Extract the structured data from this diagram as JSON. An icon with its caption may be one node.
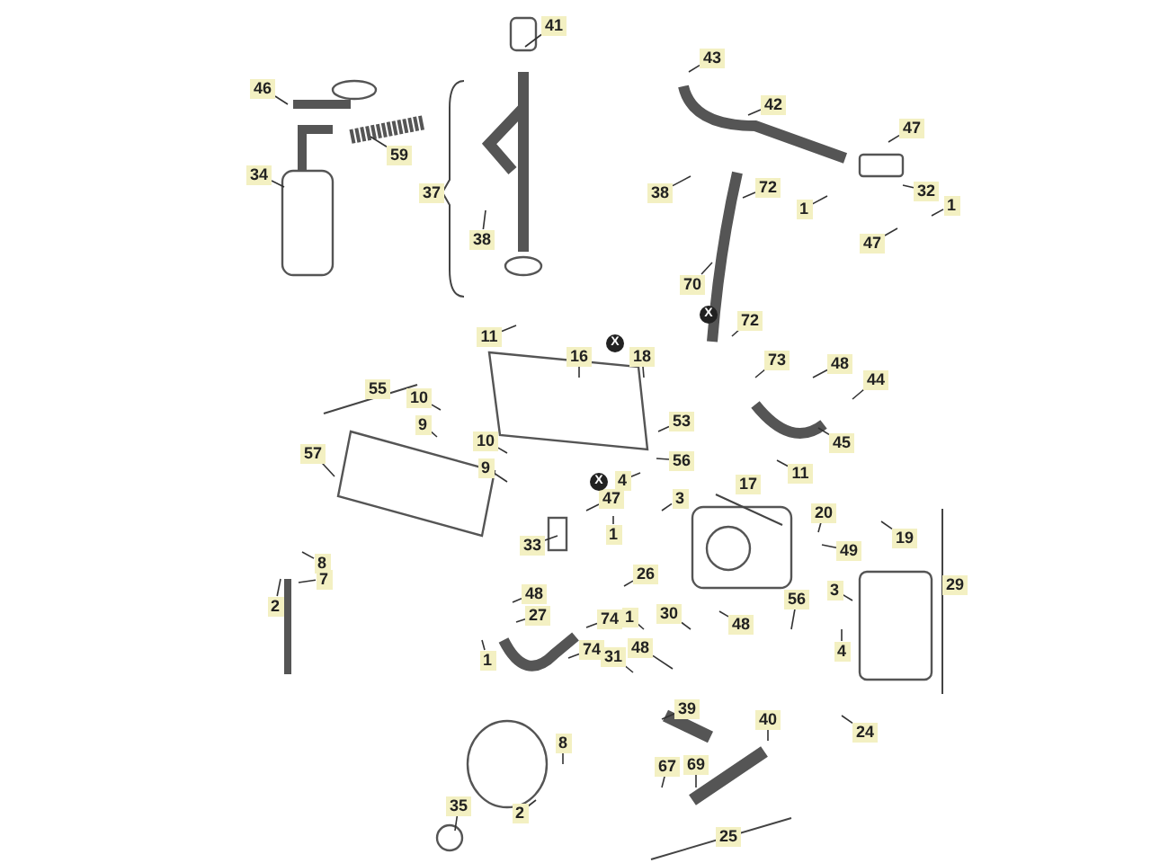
{
  "diagram": {
    "nodes": [
      {
        "text": [
          "41"
        ]
      },
      {
        "text": [
          "43"
        ]
      },
      {
        "text": [
          "46"
        ]
      },
      {
        "text": [
          "42"
        ]
      },
      {
        "text": [
          "47"
        ]
      },
      {
        "text": [
          "59"
        ]
      },
      {
        "text": [
          "32"
        ]
      },
      {
        "text": [
          "34"
        ]
      },
      {
        "text": [
          "38"
        ]
      },
      {
        "text": [
          "72"
        ]
      },
      {
        "text": [
          "1"
        ]
      },
      {
        "text": [
          "1"
        ]
      },
      {
        "text": [
          "38"
        ]
      },
      {
        "text": [
          "47"
        ]
      },
      {
        "text": [
          "70"
        ]
      },
      {
        "text": [
          "72"
        ]
      },
      {
        "text": [
          "11"
        ]
      },
      {
        "text": [
          "16"
        ]
      },
      {
        "text": [
          "18"
        ]
      },
      {
        "text": [
          "73"
        ]
      },
      {
        "text": [
          "48"
        ]
      },
      {
        "text": [
          "44"
        ]
      },
      {
        "text": [
          "10"
        ]
      },
      {
        "text": [
          "53"
        ]
      },
      {
        "text": [
          "9"
        ]
      },
      {
        "text": [
          "10"
        ]
      },
      {
        "text": [
          "45"
        ]
      },
      {
        "text": [
          "57"
        ]
      },
      {
        "text": [
          "56"
        ]
      },
      {
        "text": [
          "11"
        ]
      },
      {
        "text": [
          "4"
        ]
      },
      {
        "text": [
          "9"
        ]
      },
      {
        "text": [
          "3"
        ]
      },
      {
        "text": [
          "47"
        ]
      },
      {
        "text": [
          "20"
        ]
      },
      {
        "text": [
          "1"
        ]
      },
      {
        "text": [
          "19"
        ]
      },
      {
        "text": [
          "33"
        ]
      },
      {
        "text": [
          "49"
        ]
      },
      {
        "text": [
          "8"
        ]
      },
      {
        "text": [
          "26"
        ]
      },
      {
        "text": [
          "7"
        ]
      },
      {
        "text": [
          "3"
        ]
      },
      {
        "text": [
          "48"
        ]
      },
      {
        "text": [
          "56"
        ]
      },
      {
        "text": [
          "2"
        ]
      },
      {
        "text": [
          "30"
        ]
      },
      {
        "text": [
          "27"
        ]
      },
      {
        "text": [
          "74"
        ]
      },
      {
        "text": [
          "1"
        ]
      },
      {
        "text": [
          "48"
        ]
      },
      {
        "text": [
          "48"
        ]
      },
      {
        "text": [
          "74"
        ]
      },
      {
        "text": [
          "4"
        ]
      },
      {
        "text": [
          "31"
        ]
      },
      {
        "text": [
          "1"
        ]
      },
      {
        "text": [
          "39"
        ]
      },
      {
        "text": [
          "40"
        ]
      },
      {
        "text": [
          "24"
        ]
      },
      {
        "text": [
          "8"
        ]
      },
      {
        "text": [
          "69"
        ]
      },
      {
        "text": [
          "67"
        ]
      },
      {
        "text": [
          "35"
        ]
      },
      {
        "text": [
          "2"
        ]
      },
      {
        "text": [
          "37"
        ]
      },
      {
        "text": [
          "55"
        ]
      },
      {
        "text": [
          "17"
        ]
      },
      {
        "text": [
          "29"
        ]
      },
      {
        "text": [
          "25"
        ]
      }
    ],
    "edges": [
      {
        "from": 0,
        "to": null,
        "arrow": "none"
      },
      {
        "from": 1,
        "to": null,
        "arrow": "none"
      },
      {
        "from": 2,
        "to": null,
        "arrow": "none"
      },
      {
        "from": 3,
        "to": null,
        "arrow": "none"
      },
      {
        "from": 4,
        "to": null,
        "arrow": "none"
      },
      {
        "from": 5,
        "to": null,
        "arrow": "none"
      },
      {
        "from": 6,
        "to": null,
        "arrow": "none"
      },
      {
        "from": 7,
        "to": null,
        "arrow": "none"
      },
      {
        "from": 8,
        "to": null,
        "arrow": "none"
      },
      {
        "from": 9,
        "to": null,
        "arrow": "none"
      },
      {
        "from": 10,
        "to": null,
        "arrow": "none"
      },
      {
        "from": 11,
        "to": null,
        "arrow": "none"
      },
      {
        "from": 12,
        "to": null,
        "arrow": "none"
      },
      {
        "from": 13,
        "to": null,
        "arrow": "none"
      },
      {
        "from": 14,
        "to": null,
        "arrow": "none"
      },
      {
        "from": 15,
        "to": null,
        "arrow": "none"
      },
      {
        "from": 16,
        "to": null,
        "arrow": "none"
      },
      {
        "from": 17,
        "to": null,
        "arrow": "none"
      },
      {
        "from": 18,
        "to": null,
        "arrow": "none"
      },
      {
        "from": 19,
        "to": null,
        "arrow": "none"
      },
      {
        "from": 20,
        "to": null,
        "arrow": "none"
      },
      {
        "from": 21,
        "to": null,
        "arrow": "none"
      },
      {
        "from": 22,
        "to": null,
        "arrow": "none"
      },
      {
        "from": 23,
        "to": null,
        "arrow": "none"
      },
      {
        "from": 24,
        "to": null,
        "arrow": "none"
      },
      {
        "from": 25,
        "to": null,
        "arrow": "none"
      },
      {
        "from": 26,
        "to": null,
        "arrow": "none"
      },
      {
        "from": 27,
        "to": null,
        "arrow": "none"
      },
      {
        "from": 28,
        "to": null,
        "arrow": "none"
      },
      {
        "from": 29,
        "to": null,
        "arrow": "none"
      },
      {
        "from": 30,
        "to": null,
        "arrow": "none"
      },
      {
        "from": 31,
        "to": null,
        "arrow": "none"
      },
      {
        "from": 32,
        "to": null,
        "arrow": "none"
      },
      {
        "from": 33,
        "to": null,
        "arrow": "none"
      },
      {
        "from": 34,
        "to": null,
        "arrow": "none"
      },
      {
        "from": 35,
        "to": null,
        "arrow": "none"
      },
      {
        "from": 36,
        "to": null,
        "arrow": "none"
      },
      {
        "from": 37,
        "to": null,
        "arrow": "none"
      },
      {
        "from": 38,
        "to": null,
        "arrow": "none"
      },
      {
        "from": 39,
        "to": null,
        "arrow": "none"
      },
      {
        "from": 40,
        "to": null,
        "arrow": "none"
      },
      {
        "from": 41,
        "to": null,
        "arrow": "none"
      },
      {
        "from": 42,
        "to": null,
        "arrow": "none"
      },
      {
        "from": 43,
        "to": null,
        "arrow": "none"
      },
      {
        "from": 44,
        "to": null,
        "arrow": "none"
      },
      {
        "from": 45,
        "to": null,
        "arrow": "none"
      },
      {
        "from": 46,
        "to": null,
        "arrow": "none"
      },
      {
        "from": 47,
        "to": null,
        "arrow": "none"
      },
      {
        "from": 48,
        "to": null,
        "arrow": "none"
      },
      {
        "from": 49,
        "to": null,
        "arrow": "none"
      },
      {
        "from": 50,
        "to": null,
        "arrow": "none"
      },
      {
        "from": 51,
        "to": null,
        "arrow": "none"
      },
      {
        "from": 52,
        "to": null,
        "arrow": "none"
      },
      {
        "from": 53,
        "to": null,
        "arrow": "none"
      },
      {
        "from": 54,
        "to": null,
        "arrow": "none"
      },
      {
        "from": 55,
        "to": null,
        "arrow": "none"
      },
      {
        "from": 56,
        "to": null,
        "arrow": "none"
      },
      {
        "from": 57,
        "to": null,
        "arrow": "none"
      },
      {
        "from": 58,
        "to": null,
        "arrow": "none"
      },
      {
        "from": 59,
        "to": null,
        "arrow": "none"
      },
      {
        "from": 60,
        "to": null,
        "arrow": "none"
      },
      {
        "from": 61,
        "to": null,
        "arrow": "none"
      },
      {
        "from": 62,
        "to": null,
        "arrow": "none"
      },
      {
        "from": 63,
        "to": null,
        "arrow": "none"
      }
    ],
    "labels": [
      "X",
      "X",
      "X"
    ]
  }
}
